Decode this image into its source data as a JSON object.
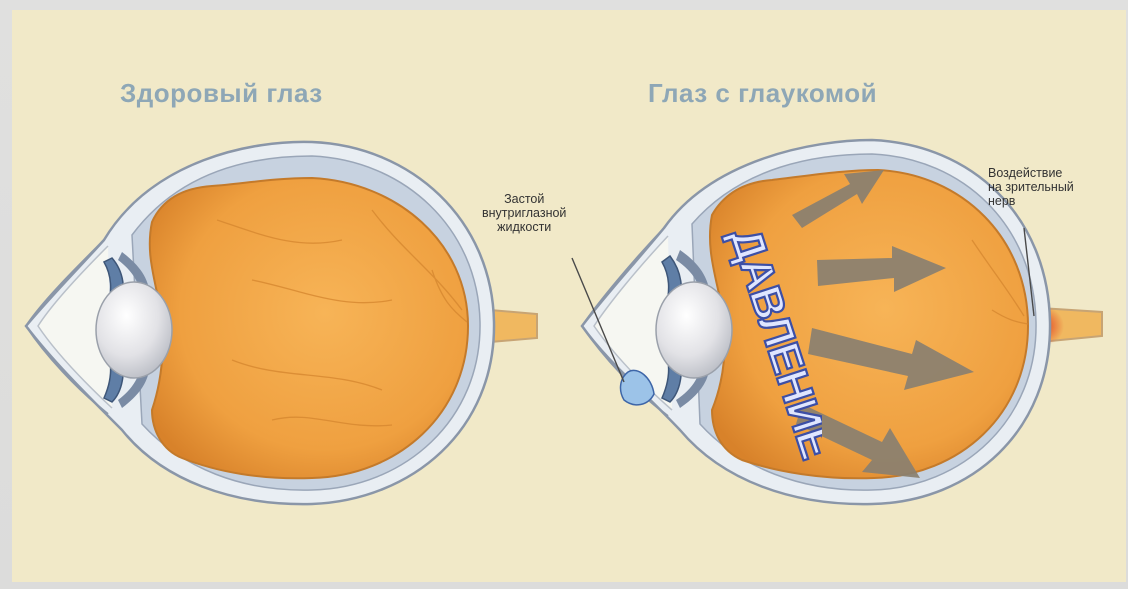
{
  "titles": {
    "healthy": "Здоровый глаз",
    "glaucoma": "Глаз с глаукомой"
  },
  "labels": {
    "stagnation": [
      "Застой",
      "внутриглазной",
      "жидкости"
    ],
    "optic_nerve": [
      "Воздействие",
      "на зрительный",
      "нерв"
    ]
  },
  "pressure_word": "ДАВЛЕНИЕ",
  "colors": {
    "background": "#f1e9c8",
    "title": "#8ea7b6",
    "eyeball": "#f0a040",
    "arrow": "#8a8070",
    "pressure_text_fill": "#dfe6ff",
    "pressure_text_stroke": "#3c4fa6"
  }
}
